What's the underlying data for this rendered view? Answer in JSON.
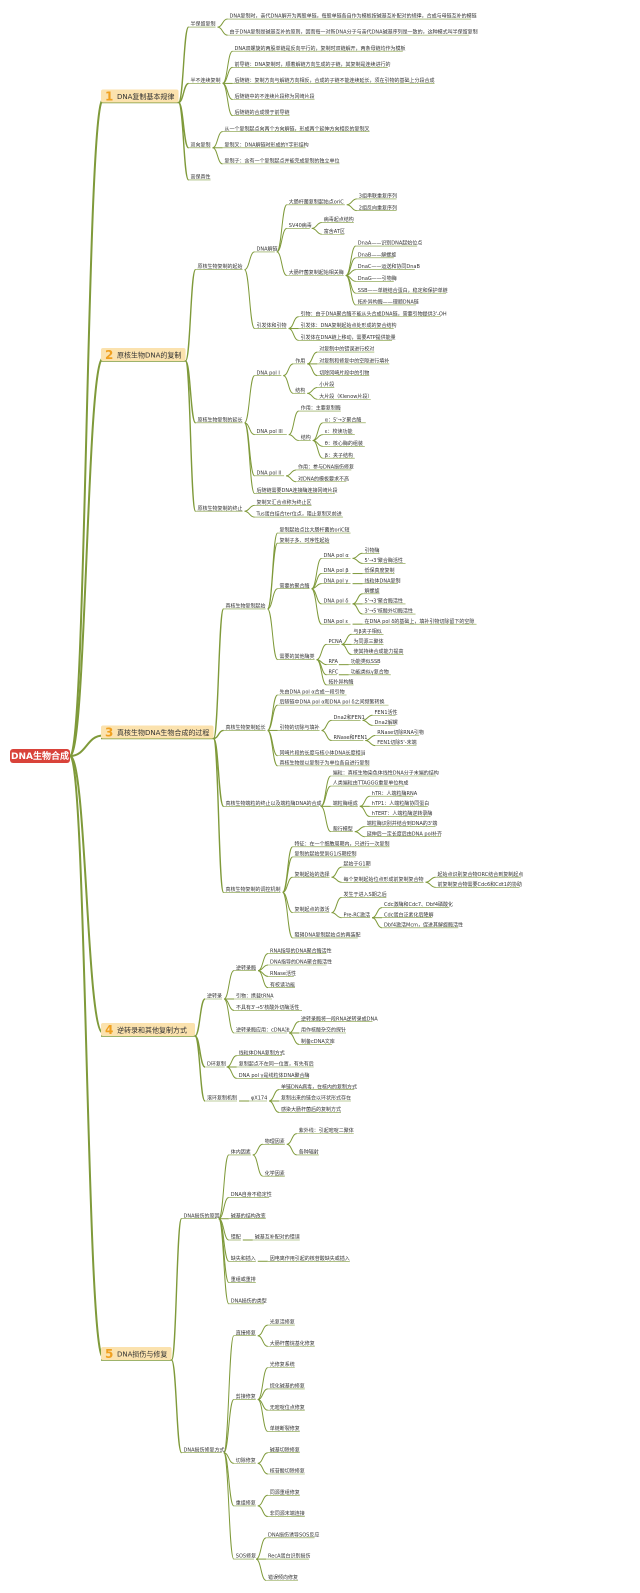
{
  "root": {
    "label": "DNA生物合成"
  },
  "colors": {
    "line": "#7f9a3a",
    "root_bg": "#d9433a",
    "num": "#f0a020",
    "sec_bg": "#fbe2ae"
  },
  "sections": [
    {
      "id": "s1",
      "num": "1",
      "label": "DNA复制基本规律",
      "children": [
        {
          "label": "半保留复制",
          "children": [
            {
              "label": "DNA复制时，亲代DNA解开为两股单链，每股单链各自作为模板按碱基互补配对的规律，合成与母链互补的模链"
            },
            {
              "label": "由于DNA复制是碱基互补的原则，因而每一对新DNA分子与亲代DNA碱基序列是一致的，这种模式叫半保留复制"
            }
          ]
        },
        {
          "label": "半不连续复制",
          "children": [
            {
              "label": "DNA双螺旋的两股单链是反向平行的，复制时双链解开，两条母链均作为模板"
            },
            {
              "label": "前导链：DNA复制时，顺着解链方向生成的子链，其复制是连续进行的"
            },
            {
              "label": "后随链：复制方向与解链方向相反，合成的子链不能连续延长，须在引物的基础上分段合成"
            },
            {
              "label": "后随链中的不连续片段称为冈崎片段"
            },
            {
              "label": "后随链的合成慢于前导链"
            }
          ]
        },
        {
          "label": "双向复制",
          "children": [
            {
              "label": "从一个复制起点向两个方向解链，形成两个延伸方向相反的复制叉"
            },
            {
              "label": "复制叉：DNA解链时形成的Y字形结构"
            },
            {
              "label": "复制子：含有一个复制起点并能完成复制的独立单位"
            }
          ]
        },
        {
          "label": "高保真性",
          "children": []
        }
      ]
    },
    {
      "id": "s2",
      "num": "2",
      "label": "原核生物DNA的复制",
      "children": [
        {
          "label": "原核生物复制的起始",
          "children": [
            {
              "label": "DNA解链",
              "children": [
                {
                  "label": "大肠杆菌复制起始点oriC",
                  "children": [
                    {
                      "label": "3组串联重复序列"
                    },
                    {
                      "label": "2组反向重复序列"
                    }
                  ]
                },
                {
                  "label": "SV40病毒",
                  "children": [
                    {
                      "label": "病毒起点结构"
                    },
                    {
                      "label": "富含AT区"
                    }
                  ]
                },
                {
                  "label": "大肠杆菌复制起始相关酶",
                  "children": [
                    {
                      "label": "DnaA——识别DNA起始位点"
                    },
                    {
                      "label": "DnaB——解螺旋"
                    },
                    {
                      "label": "DnaC——运送和协同DnaB"
                    },
                    {
                      "label": "DnaG——引物酶"
                    },
                    {
                      "label": "SSB——单链结合蛋白，稳定和保护单链"
                    },
                    {
                      "label": "拓扑异构酶——理顺DNA链"
                    }
                  ]
                }
              ]
            },
            {
              "label": "引发体和引物",
              "children": [
                {
                  "label": "引物：由于DNA聚合酶不能从头合成DNA链，需要引物提供3'-OH"
                },
                {
                  "label": "引发体：DNA复制起始点处形成的复合结构"
                },
                {
                  "label": "引发体在DNA链上移动，需要ATP提供能量"
                }
              ]
            }
          ]
        },
        {
          "label": "原核生物复制的延长",
          "children": [
            {
              "label": "DNA pol I",
              "children": [
                {
                  "label": "作用",
                  "children": [
                    {
                      "label": "对复制中的错误进行校对"
                    },
                    {
                      "label": "对复制和修复中的空隙进行填补"
                    },
                    {
                      "label": "切除冈崎片段中的引物"
                    }
                  ]
                },
                {
                  "label": "结构",
                  "children": [
                    {
                      "label": "小片段"
                    },
                    {
                      "label": "大片段（Klenow片段）"
                    }
                  ]
                }
              ]
            },
            {
              "label": "DNA pol III",
              "children": [
                {
                  "label": "作用：主要复制酶"
                },
                {
                  "label": "结构",
                  "children": [
                    {
                      "label": "α：5'→3'聚合酶"
                    },
                    {
                      "label": "ε：校读功能"
                    },
                    {
                      "label": "θ：核心酶的组装"
                    },
                    {
                      "label": "β：夹子结构"
                    }
                  ]
                }
              ]
            },
            {
              "label": "DNA pol II",
              "children": [
                {
                  "label": "作用：参与DNA损伤修复"
                },
                {
                  "label": "对DNA的模板要求不高"
                }
              ]
            },
            {
              "label": "后随链需要DNA连接酶连接冈崎片段"
            }
          ]
        },
        {
          "label": "原核生物复制的终止",
          "children": [
            {
              "label": "复制叉汇合点称为终止区"
            },
            {
              "label": "Tus蛋白结合ter位点，阻止复制叉前进"
            }
          ]
        }
      ]
    },
    {
      "id": "s3",
      "num": "3",
      "label": "真核生物DNA生物合成的过程",
      "children": [
        {
          "label": "真核生物复制起始",
          "children": [
            {
              "label": "复制起始点比大肠杆菌的oriC短"
            },
            {
              "label": "复制子多、时序性起始"
            },
            {
              "label": "需要的聚合酶",
              "children": [
                {
                  "label": "DNA pol α",
                  "children": [
                    {
                      "label": "引物酶"
                    },
                    {
                      "label": "5'→3'聚合酶活性"
                    }
                  ]
                },
                {
                  "label": "DNA pol β",
                  "children": [
                    {
                      "label": "低保真度复制"
                    }
                  ]
                },
                {
                  "label": "DNA pol γ",
                  "children": [
                    {
                      "label": "线粒体DNA复制"
                    }
                  ]
                },
                {
                  "label": "DNA pol δ",
                  "children": [
                    {
                      "label": "解螺旋"
                    },
                    {
                      "label": "5'→3'聚合酶活性"
                    },
                    {
                      "label": "3'→5'核酸外切酶活性"
                    }
                  ]
                },
                {
                  "label": "DNA pol ε",
                  "children": [
                    {
                      "label": "在DNA pol δ的基础上，填补引物切除留下的空隙"
                    }
                  ]
                }
              ]
            },
            {
              "label": "需要的其他酶类",
              "children": [
                {
                  "label": "PCNA",
                  "children": [
                    {
                      "label": "与β夹子相似"
                    },
                    {
                      "label": "为同源三聚体"
                    },
                    {
                      "label": "使其持续合成能力提高"
                    }
                  ]
                },
                {
                  "label": "RFA",
                  "children": [
                    {
                      "label": "功能类似SSB"
                    }
                  ]
                },
                {
                  "label": "RFC",
                  "children": [
                    {
                      "label": "功能类似γ复合物"
                    }
                  ]
                },
                {
                  "label": "拓扑异构酶"
                }
              ]
            }
          ]
        },
        {
          "label": "真核生物复制延长",
          "children": [
            {
              "label": "先由DNA pol α合成一段引物"
            },
            {
              "label": "后随链中DNA pol α和DNA pol δ之间频繁转换"
            },
            {
              "label": "引物的切除与填补",
              "children": [
                {
                  "label": "Dna2和FEN1",
                  "children": [
                    {
                      "label": "FEN1活性"
                    },
                    {
                      "label": "Dna2解螺"
                    }
                  ]
                },
                {
                  "label": "RNase和FEN1",
                  "children": [
                    {
                      "label": "RNase切除RNA引物"
                    },
                    {
                      "label": "FEN1切除5'-末端"
                    }
                  ]
                }
              ]
            },
            {
              "label": "冈崎片段的长度与核小体DNA长度相当"
            },
            {
              "label": "真核生物是以复制子为单位各自进行复制"
            }
          ]
        },
        {
          "label": "真核生物端粒的终止以及端粒酶DNA的合成",
          "children": [
            {
              "label": "端粒：真核生物染色体线性DNA分子末端的结构"
            },
            {
              "label": "人类端粒由TTAGGG重复单位构成"
            },
            {
              "label": "端粒酶组成",
              "children": [
                {
                  "label": "hTR：人端粒酶RNA"
                },
                {
                  "label": "hTP1：人端粒酶协同蛋白"
                },
                {
                  "label": "hTERT：人端粒酶逆转录酶"
                }
              ]
            },
            {
              "label": "爬行模型",
              "children": [
                {
                  "label": "端粒酶识别并结合到DNA的3'端"
                },
                {
                  "label": "延伸后一定长度后由DNA pol补齐"
                }
              ]
            }
          ]
        },
        {
          "label": "真核生物复制的调控机制",
          "children": [
            {
              "label": "特征：在一个细胞周期内，只进行一次复制"
            },
            {
              "label": "复制的起始受到G1/S期控制"
            },
            {
              "label": "复制起始的选择",
              "children": [
                {
                  "label": "起始于G1期"
                },
                {
                  "label": "每个复制起始位点形成前复制复合物",
                  "children": [
                    {
                      "label": "起始点识别复合物ORC结合到复制起点"
                    },
                    {
                      "label": "前复制复合物需要Cdc6和Cdt1的协助"
                    }
                  ]
                }
              ]
            },
            {
              "label": "复制起点的激活",
              "children": [
                {
                  "label": "发生于进入S期之后"
                },
                {
                  "label": "Pre-RC激活",
                  "children": [
                    {
                      "label": "Cdc激酶和Cdc7、Dbf4磷酸化"
                    },
                    {
                      "label": "Cdc蛋白泛素化后降解"
                    },
                    {
                      "label": "Dbf4激活Mcm，促进其解旋酶活性"
                    }
                  ]
                }
              ]
            },
            {
              "label": "阻碍DNA复制起始点的再装配"
            }
          ]
        }
      ]
    },
    {
      "id": "s4",
      "num": "4",
      "label": "逆转录和其他复制方式",
      "children": [
        {
          "label": "逆转录",
          "children": [
            {
              "label": "逆转录酶",
              "children": [
                {
                  "label": "RNA指导的DNA聚合酶活性"
                },
                {
                  "label": "DNA指导的DNA聚合酶活性"
                },
                {
                  "label": "RNase活性"
                },
                {
                  "label": "有校读功能"
                }
              ]
            },
            {
              "label": "引物：携载tRNA"
            },
            {
              "label": "不具有3'→5'核酸外切酶活性"
            },
            {
              "label": "逆转录酶应用：cDNA法",
              "children": [
                {
                  "label": "逆转录酶将一段RNA逆转录成DNA"
                },
                {
                  "label": "用作核酸杂交的探针"
                },
                {
                  "label": "制备cDNA文库"
                }
              ]
            }
          ]
        },
        {
          "label": "D环复制",
          "children": [
            {
              "label": "线粒体DNA复制方式"
            },
            {
              "label": "复制起点不在同一位置，有先有后"
            },
            {
              "label": "DNA pol γ是线粒体DNA聚合酶"
            }
          ]
        },
        {
          "label": "滚环复制机制",
          "children": [
            {
              "label": "φX174",
              "children": [
                {
                  "label": "单链DNA病毒，在核内的复制方式"
                },
                {
                  "label": "复制出来的链会以环状形式存在"
                },
                {
                  "label": "感染大肠杆菌后的复制方式"
                }
              ]
            }
          ]
        }
      ]
    },
    {
      "id": "s5",
      "num": "5",
      "label": "DNA损伤与修复",
      "children": [
        {
          "label": "DNA损伤的原因",
          "children": [
            {
              "label": "体内因素",
              "children": [
                {
                  "label": "物理因素",
                  "children": [
                    {
                      "label": "紫外线：引起嘧啶二聚体"
                    },
                    {
                      "label": "各种辐射"
                    }
                  ]
                },
                {
                  "label": "化学因素"
                }
              ]
            },
            {
              "label": "DNA自身不稳定性"
            },
            {
              "label": "碱基的结构改变"
            },
            {
              "label": "错配",
              "children": [
                {
                  "label": "碱基互补配对的错误"
                }
              ]
            },
            {
              "label": "缺失和插入",
              "children": [
                {
                  "label": "因电离作用引起的核苷酸缺失或插入"
                }
              ]
            },
            {
              "label": "重组或重排"
            },
            {
              "label": "DNA损伤的类型"
            }
          ]
        },
        {
          "label": "DNA损伤修复方式",
          "children": [
            {
              "label": "直接修复",
              "children": [
                {
                  "label": "光复活修复"
                },
                {
                  "label": "大肠杆菌烷基化修复"
                }
              ]
            },
            {
              "label": "剪接修复",
              "children": [
                {
                  "label": "光修复系统"
                },
                {
                  "label": "烷化碱基的修复"
                },
                {
                  "label": "无嘧啶位点修复"
                },
                {
                  "label": "单链断裂修复"
                }
              ]
            },
            {
              "label": "切除修复",
              "children": [
                {
                  "label": "碱基切除修复"
                },
                {
                  "label": "核苷酸切除修复"
                }
              ]
            },
            {
              "label": "重组修复",
              "children": [
                {
                  "label": "同源重组修复"
                },
                {
                  "label": "非同源末端连接"
                }
              ]
            },
            {
              "label": "SOS修复",
              "children": [
                {
                  "label": "DNA损伤诱导SOS反应"
                },
                {
                  "label": "RecA蛋白识别损伤"
                },
                {
                  "label": "错误倾向修复"
                }
              ]
            }
          ]
        }
      ]
    }
  ]
}
